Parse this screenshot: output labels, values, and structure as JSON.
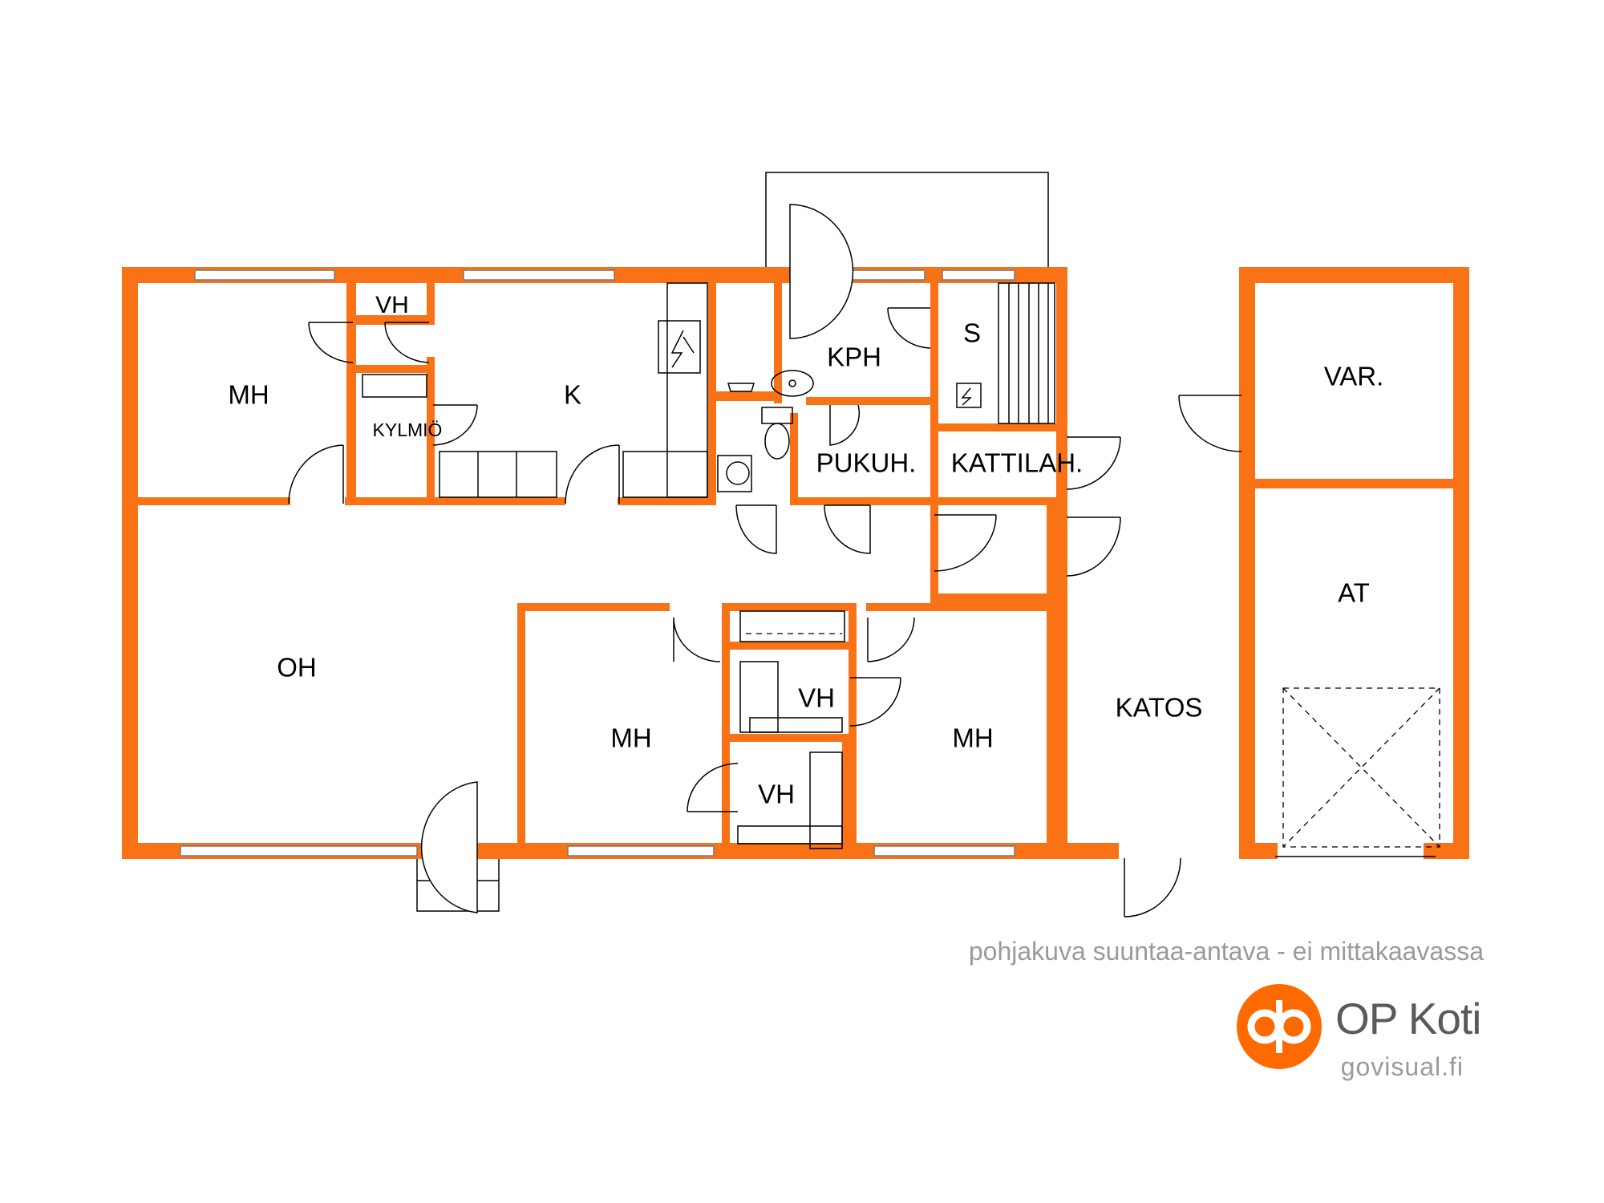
{
  "rooms": {
    "mh_top": "MH",
    "vh_top": "VH",
    "kylmio": "KYLMIÖ",
    "k": "K",
    "kph": "KPH",
    "s": "S",
    "pukuh": "PUKUH.",
    "kattilah": "KATTILAH.",
    "var": "VAR.",
    "at": "AT",
    "oh": "OH",
    "mh_mid": "MH",
    "vh_mid": "VH",
    "vh_low": "VH",
    "mh_right": "MH",
    "katos": "KATOS"
  },
  "footer": {
    "disclaimer": "pohjakuva suuntaa-antava - ei mittakaavassa",
    "brand": "OP Koti",
    "site": "govisual.fi"
  },
  "colors": {
    "wall": "#f97316",
    "brand_orange": "#ff6a00",
    "text_grey": "#9a9a9a",
    "brand_grey": "#5a5a5a"
  },
  "icons": [
    "electric-panel-icon",
    "op-logo-icon"
  ]
}
